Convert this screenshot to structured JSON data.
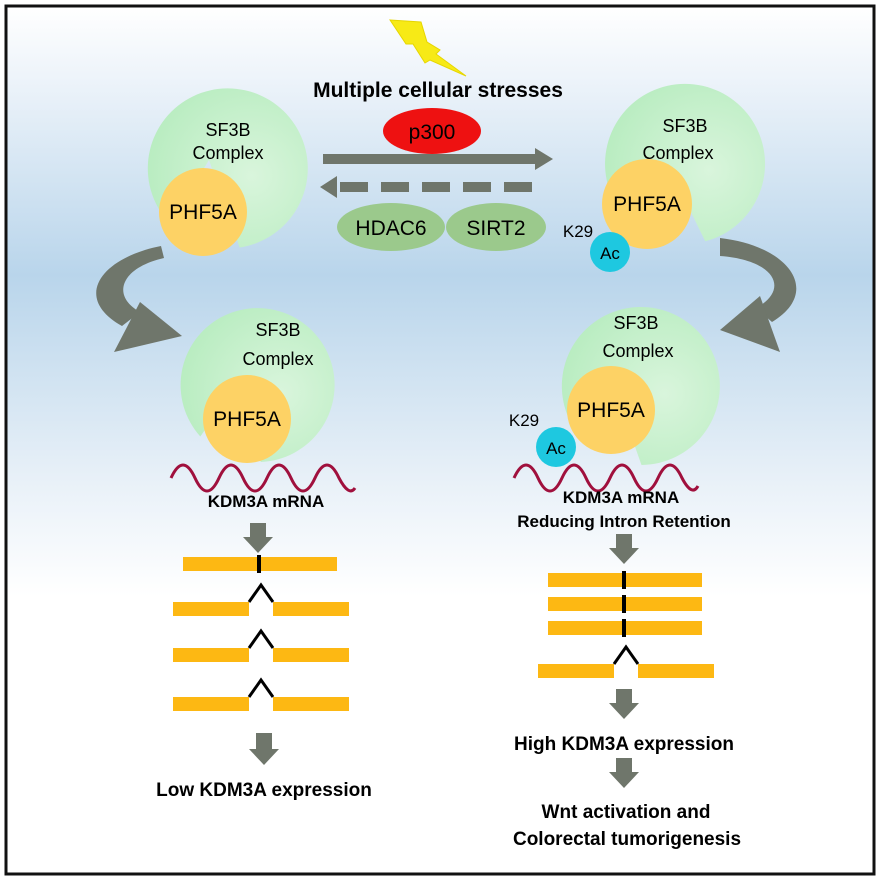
{
  "stress": {
    "title": "Multiple cellular stresses",
    "enzyme_forward": "p300",
    "enzymes_reverse": [
      "HDAC6",
      "SIRT2"
    ]
  },
  "complex": {
    "line1": "SF3B",
    "line2": "Complex",
    "protein": "PHF5A",
    "site": "K29",
    "mod": "Ac"
  },
  "left_path": {
    "mrna_label": "KDM3A mRNA",
    "outcome": "Low KDM3A expression"
  },
  "right_path": {
    "mrna_label_1": "KDM3A mRNA",
    "mrna_label_2": "Reducing Intron Retention",
    "outcome_1": "High KDM3A expression",
    "outcome_2a": "Wnt activation and",
    "outcome_2b": "Colorectal tumorigenesis"
  },
  "colors": {
    "sf3b": "#c9f2cf",
    "phf5a": "#fdd265",
    "acetyl": "#1ec8e0",
    "p300": "#ee1111",
    "deacetylase": "#9bc98c",
    "arrow": "#6f766b",
    "exon": "#fdb813",
    "mrna": "#a0103d",
    "lightning": "#f7ea16",
    "band": "#b8d4ea"
  }
}
